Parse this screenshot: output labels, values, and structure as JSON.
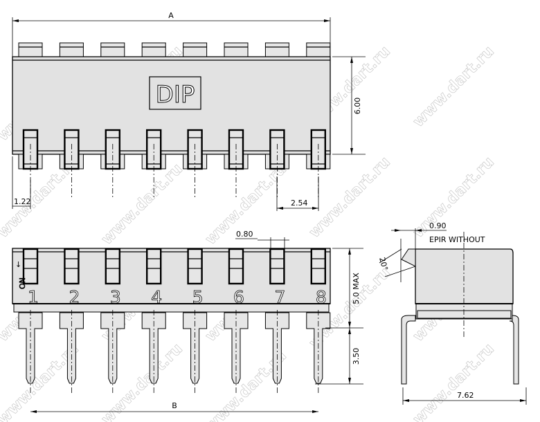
{
  "drawing": {
    "marking_label": "DIP",
    "on_label": "ON",
    "switch_numbers": [
      "1",
      "2",
      "3",
      "4",
      "5",
      "6",
      "7",
      "8"
    ],
    "dimensions": {
      "overall_length": "A",
      "body_width": "6.00",
      "edge_to_pin": "1.22",
      "pitch": "2.54",
      "actuator_width": "0.80",
      "body_height": "5.0  MAX",
      "pin_length": "3.50",
      "pin_span": "B",
      "actuator_offset": "0.90",
      "actuator_note": "EPIR  WITHOUT",
      "actuator_angle": "20°",
      "row_spacing": "7.62"
    },
    "watermark": "www.dart.ru",
    "positions_count": 8
  }
}
